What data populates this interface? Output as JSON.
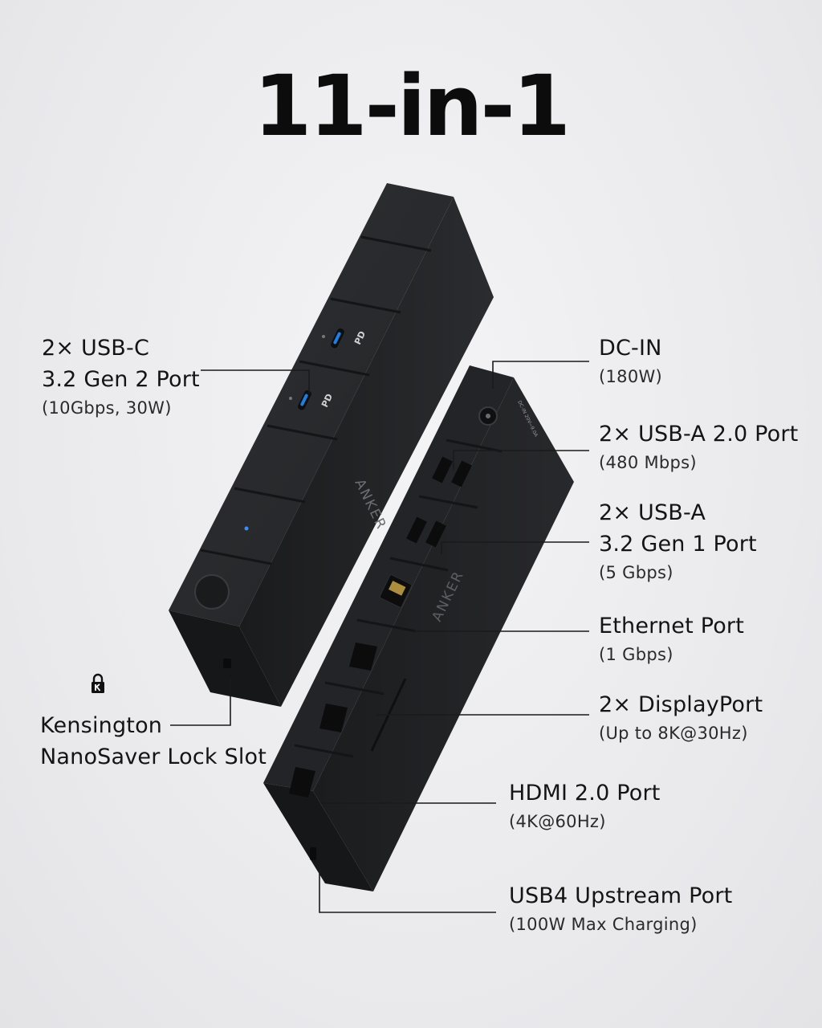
{
  "title": "11-in-1",
  "brand": "ANKER",
  "port_markings": {
    "pd": "PD",
    "dc_in_rating": "DC-IN 20V⎓9.0A"
  },
  "callouts": {
    "usbc": {
      "line1": "2× USB-C",
      "line2": "3.2 Gen 2 Port",
      "detail": "(10Gbps, 30W)"
    },
    "kensington": {
      "line1": "Kensington",
      "line2": "NanoSaver Lock Slot"
    },
    "dcin": {
      "line1": "DC-IN",
      "detail": "(180W)"
    },
    "usba2": {
      "line1": "2× USB-A 2.0 Port",
      "detail": "(480 Mbps)"
    },
    "usba3": {
      "line1": "2× USB-A",
      "line2": "3.2 Gen 1 Port",
      "detail": "(5 Gbps)"
    },
    "ethernet": {
      "line1": "Ethernet Port",
      "detail": "(1 Gbps)"
    },
    "displayport": {
      "line1": "2× DisplayPort",
      "detail": "(Up to 8K@30Hz)"
    },
    "hdmi": {
      "line1": "HDMI 2.0 Port",
      "detail": "(4K@60Hz)"
    },
    "usb4": {
      "line1": "USB4 Upstream Port",
      "detail": "(100W Max Charging)"
    }
  },
  "colors": {
    "body": "#1e1f21",
    "top_face": "#2a2b2e",
    "accent_blue": "#1e7fe0",
    "text": "#141414"
  }
}
